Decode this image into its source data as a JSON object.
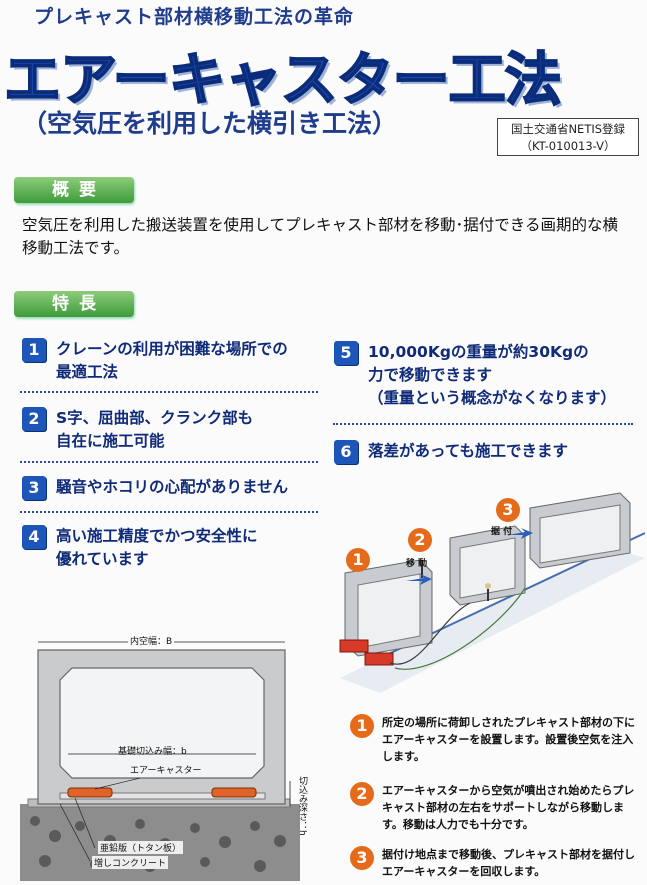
{
  "header": {
    "subtitle": "プレキャスト部材横移動工法の革命",
    "title": "エアーキャスター工法",
    "subtitle2": "（空気圧を利用した横引き工法）",
    "netis_line1": "国土交通省NETIS登録",
    "netis_line2": "（KT-010013-V）"
  },
  "overview": {
    "tag": "概要",
    "text": "空気圧を利用した搬送装置を使用してプレキャスト部材を移動･据付できる画期的な横移動工法です。"
  },
  "features": {
    "tag": "特長",
    "items": [
      {
        "num": "1",
        "line1": "クレーンの利用が困難な場所での",
        "line2": "最適工法",
        "line3": ""
      },
      {
        "num": "2",
        "line1": "S字、屈曲部、クランク部も",
        "line2": "自在に施工可能",
        "line3": ""
      },
      {
        "num": "3",
        "line1": "騒音やホコリの心配がありません",
        "line2": "",
        "line3": ""
      },
      {
        "num": "4",
        "line1": "高い施工精度でかつ安全性に",
        "line2": "優れています",
        "line3": ""
      },
      {
        "num": "5",
        "line1": "10,000Kgの重量が約30Kgの",
        "line2": "力で移動できます",
        "line3": "（重量という概念がなくなります）"
      },
      {
        "num": "6",
        "line1": "落差があっても施工できます",
        "line2": "",
        "line3": ""
      }
    ]
  },
  "diagram": {
    "inner_width": "内空幅：B",
    "base_cut_width": "基礎切込み幅：b",
    "air_caster": "エアーキャスター",
    "depth": "切込み深さ：h",
    "plate": "亜鉛版（トタン板）",
    "concrete": "増しコンクリート"
  },
  "scene": {
    "n1": "1",
    "n2": "2",
    "n3": "3",
    "move": "移 動",
    "install": "据 付"
  },
  "steps": [
    {
      "num": "1",
      "text": "所定の場所に荷卸しされたプレキャスト部材の下にエアーキャスターを設置します。設置後空気を注入します。"
    },
    {
      "num": "2",
      "text": "エアーキャスターから空気が噴出され始めたらプレキャスト部材の左右をサポートしながら移動します。移動は人力でも十分です。"
    },
    {
      "num": "3",
      "text": "据付け地点まで移動後、プレキャスト部材を据付しエアーキャスターを回収します。"
    }
  ],
  "colors": {
    "accent": "#1e4bb0",
    "green": "#3e9b3a",
    "orange": "#e56a1a"
  }
}
